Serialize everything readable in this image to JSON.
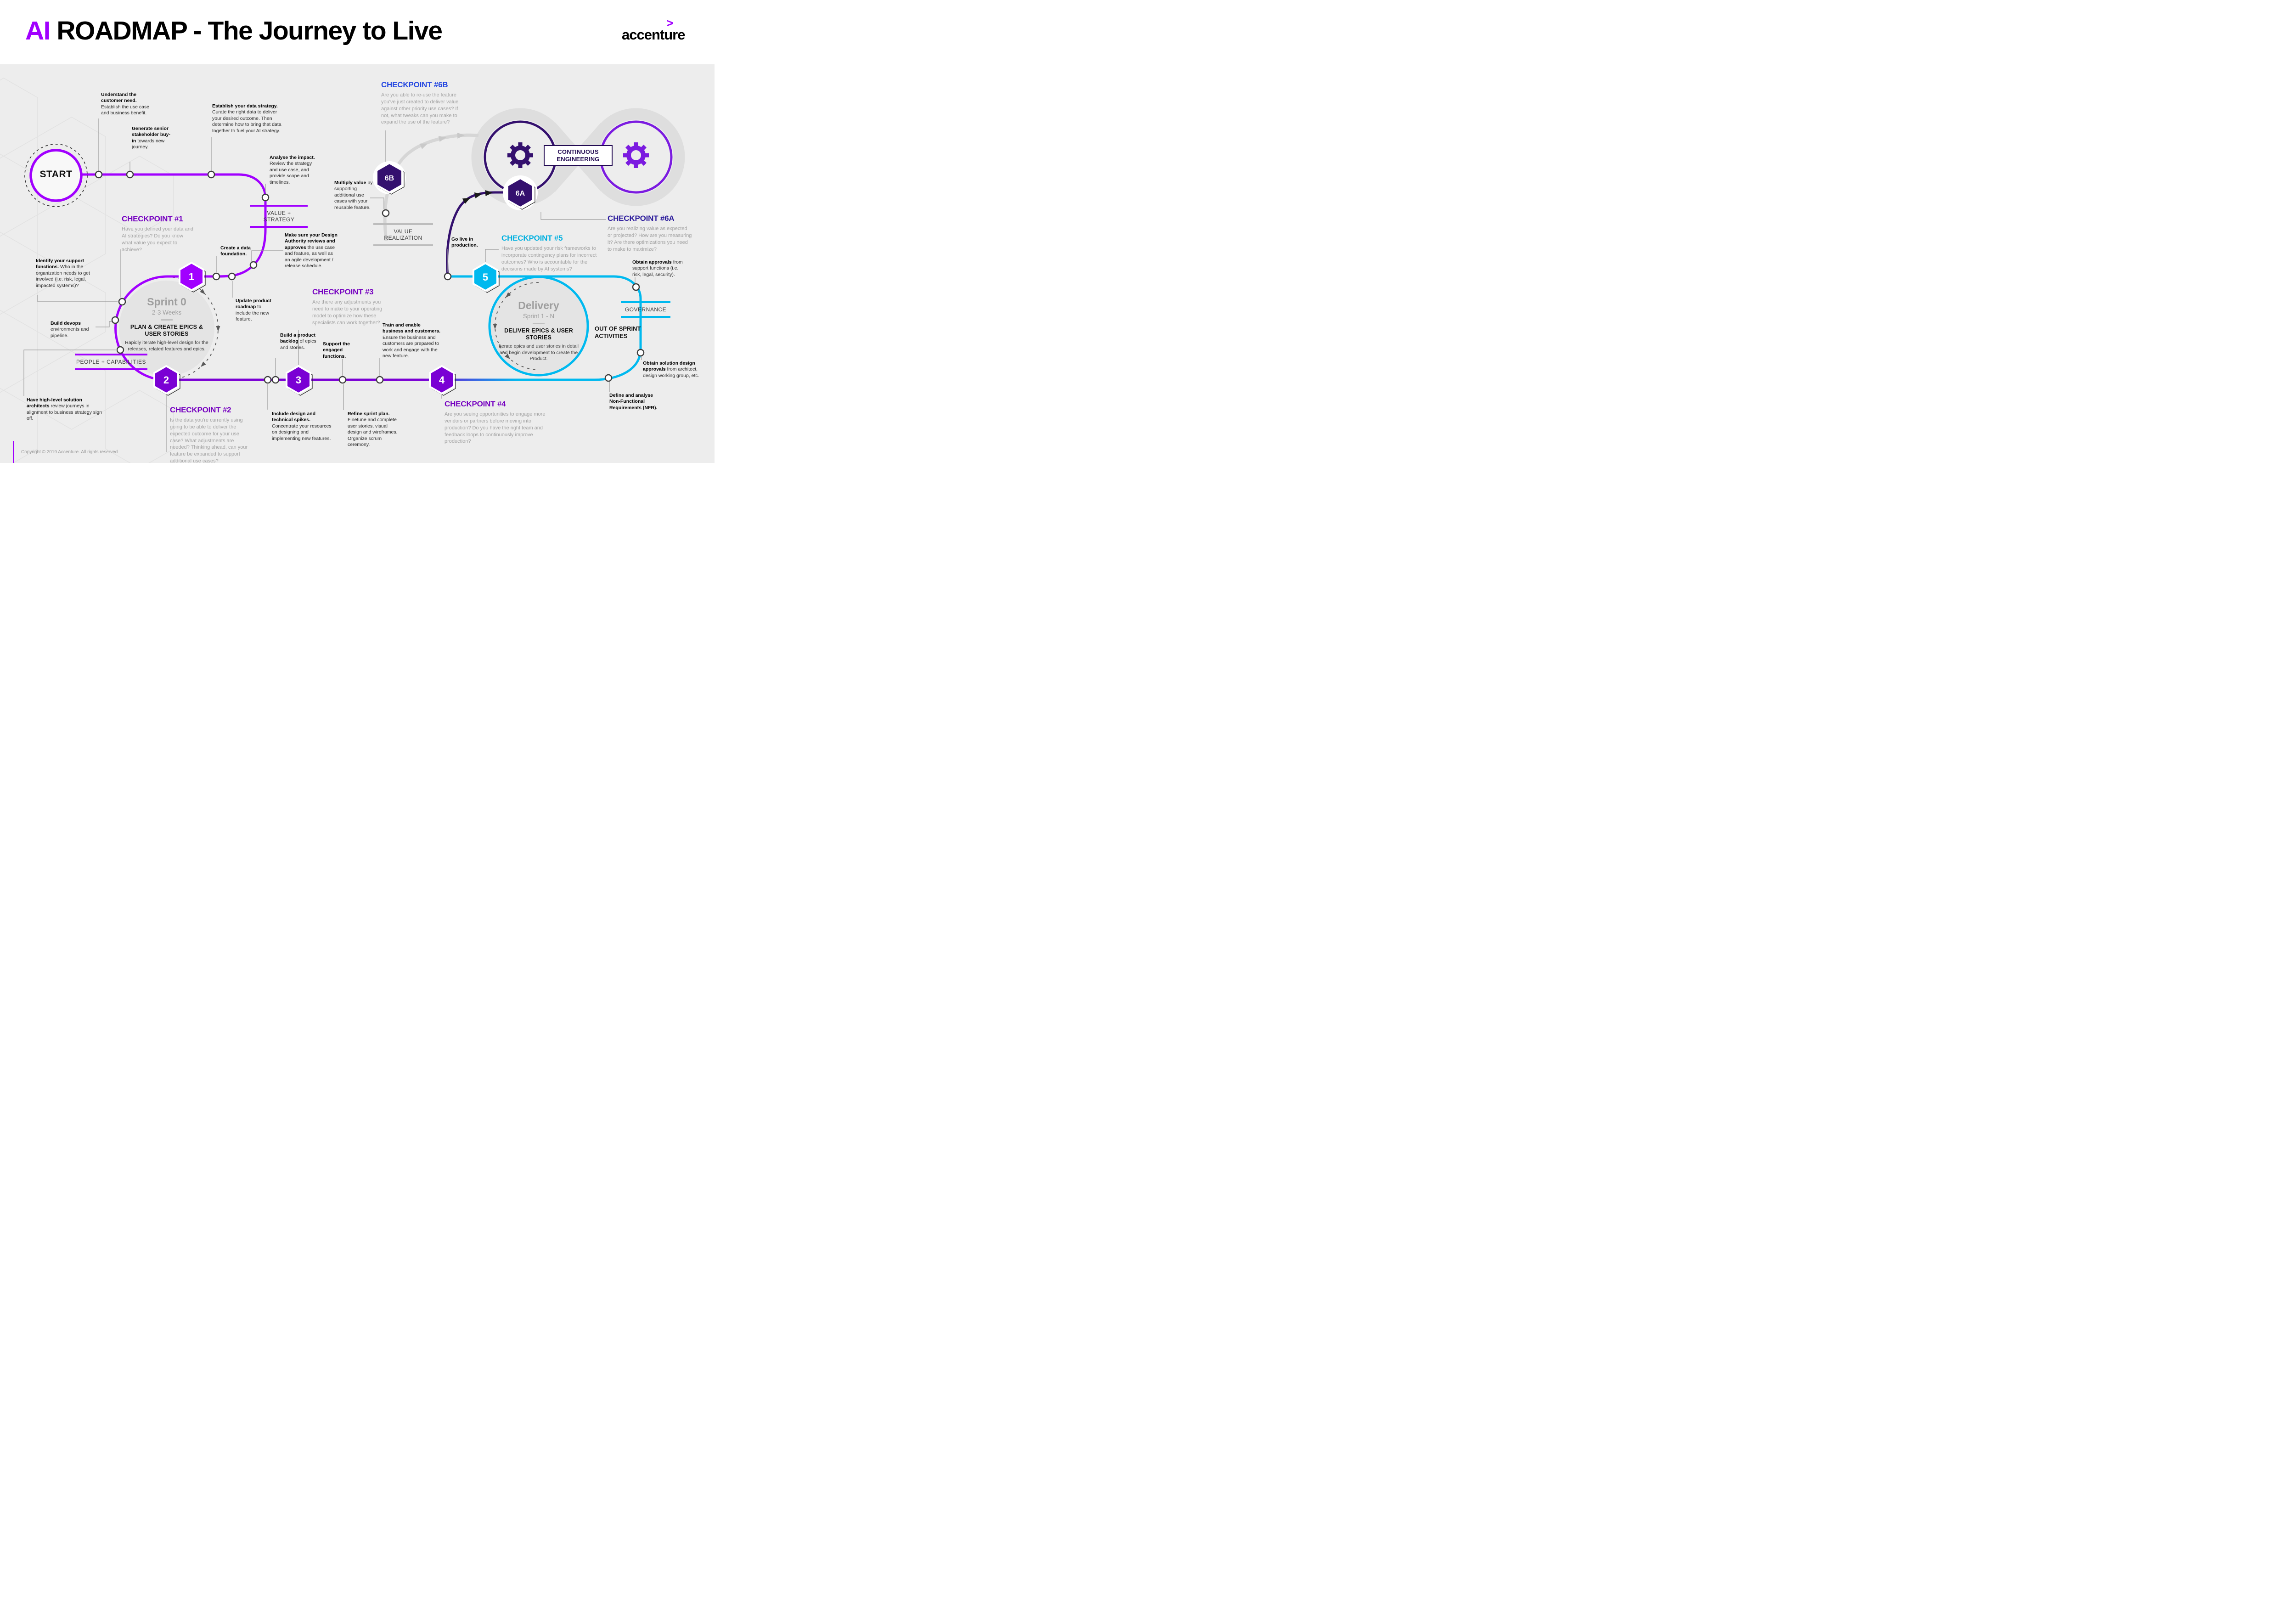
{
  "header": {
    "title_accent": "AI",
    "title_rest": "ROADMAP - The Journey to Live",
    "brand": "accenture",
    "brand_mark": ">"
  },
  "start_label": "START",
  "milestones": {
    "m1": "1",
    "m2": "2",
    "m3": "3",
    "m4": "4",
    "m5": "5",
    "m6a": "6A",
    "m6b": "6B"
  },
  "tags": {
    "value_strategy": "VALUE + STRATEGY",
    "value_realization": "VALUE REALIZATION",
    "people": "PEOPLE + CAPABILITIES",
    "governance": "GOVERNANCE"
  },
  "continuous_engineering": "CONTINUOUS ENGINEERING",
  "sprint0": {
    "title": "Sprint 0",
    "duration": "2-3 Weeks",
    "heading": "PLAN & CREATE EPICS & USER STORIES",
    "body": "Rapidly iterate high-level design for the releases, related features and epics."
  },
  "delivery": {
    "title": "Delivery",
    "duration": "Sprint 1 - N",
    "heading": "DELIVER EPICS & USER STORIES",
    "body": "Iterate epics and user stories in detail and begin development to create the Product."
  },
  "out_of_sprint": "OUT OF SPRINT ACTIVITIES",
  "checkpoints": {
    "c1": {
      "title": "CHECKPOINT #1",
      "body": "Have you defined your data and AI strategies? Do you know what value you expect to achieve?"
    },
    "c2": {
      "title": "CHECKPOINT #2",
      "body": "Is the data you're currently using going to be able to deliver the expected outcome for your use case? What adjustments are needed? Thinking ahead, can your feature be expanded to support additional use cases?"
    },
    "c3": {
      "title": "CHECKPOINT #3",
      "body": "Are there any adjustments you need to make to your operating model to optimize how these specialists can work together?"
    },
    "c4": {
      "title": "CHECKPOINT #4",
      "body": "Are you seeing opportunities to engage more vendors or partners before moving into production? Do you have the right team and feedback loops to continuously improve production?"
    },
    "c5": {
      "title": "CHECKPOINT #5",
      "body": "Have you updated your risk frameworks to incorporate contingency plans for incorrect outcomes? Who is accountable for the decisions made by AI systems?"
    },
    "c6a": {
      "title": "CHECKPOINT #6A",
      "body": "Are you realizing value as expected or projected? How are you measuring it? Are there optimizations you need to make to maximize?"
    },
    "c6b": {
      "title": "CHECKPOINT #6B",
      "body": "Are you able to re-use the feature you've just created to deliver value against other priority use cases? If not, what tweaks can you make to expand the use of the feature?"
    }
  },
  "annotations": {
    "understand": {
      "bold": "Understand the customer need.",
      "text": "Establish the use case and business benefit."
    },
    "stakeholder": {
      "bold": "Generate senior stakeholder buy-in",
      "text": "towards new journey."
    },
    "data_strategy": {
      "bold": "Establish your data strategy.",
      "text": "Curate the right data to deliver your desired outcome. Then determine how to bring that data together to fuel your AI strategy."
    },
    "impact": {
      "bold": "Analyse the impact.",
      "text": "Review the strategy and use case, and provide scope and timelines."
    },
    "design_authority": {
      "bold": "Make sure your Design Authority reviews and approves",
      "text": "the use case and feature, as well as an agile development / release schedule."
    },
    "data_foundation": {
      "bold": "Create a data foundation.",
      "text": ""
    },
    "product_roadmap": {
      "bold": "Update product roadmap",
      "text": "to include the new feature."
    },
    "support_functions": {
      "bold": "Identify your support functions.",
      "text": "Who in the organization needs to get involved (i.e. risk, legal, impacted systems)?"
    },
    "devops": {
      "bold": "Build devops",
      "text": "environments and pipeline."
    },
    "architects": {
      "bold": "Have high-level solution architects",
      "text": "review journeys in alignment to business strategy sign off."
    },
    "design_spikes": {
      "bold": "Include design and technical spikes.",
      "text": "Concentrate your resources on designing and implementing new features."
    },
    "backlog": {
      "bold": "Build a product backlog",
      "text": "of epics and stories."
    },
    "support_engaged": {
      "bold": "Support the engaged functions.",
      "text": ""
    },
    "refine_sprint": {
      "bold": "Refine sprint plan.",
      "text": "Finetune and complete user stories, visual design and wireframes. Organize scrum ceremony."
    },
    "train_enable": {
      "bold": "Train and enable business and customers.",
      "text": "Ensure the business and customers are prepared to work and engage with the new feature."
    },
    "go_live": {
      "bold": "Go live in production.",
      "text": ""
    },
    "multiply_value": {
      "bold": "Multiply value",
      "text": "by supporting additional use cases with your reusable feature."
    },
    "obtain_approvals": {
      "bold": "Obtain approvals",
      "text": "from support functions (i.e. risk, legal, security)."
    },
    "solution_design": {
      "bold": "Obtain solution design approvals",
      "text": "from architect, design working group, etc."
    },
    "nfr": {
      "bold": "Define and analyse Non-Functional Requirements (NFR).",
      "text": ""
    }
  },
  "footer": {
    "copyright": "Copyright © 2019 Accenture. All rights reserved"
  },
  "colors": {
    "purple": "#a100ff",
    "violet": "#7a00d4",
    "indigo": "#34106e",
    "cyan": "#00b9ef",
    "blue": "#2346e0",
    "gray_band": "#dedede"
  }
}
